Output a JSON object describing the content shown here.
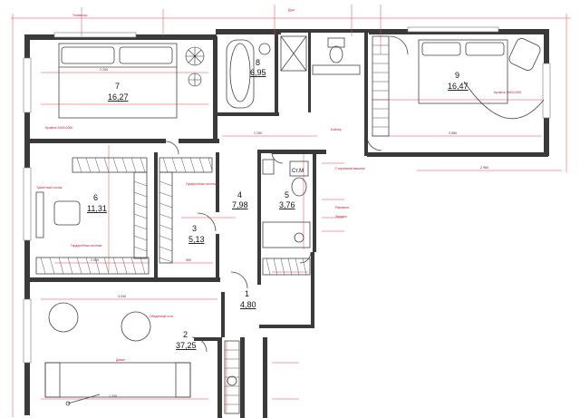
{
  "rooms": [
    {
      "number": "1",
      "area": "4,80"
    },
    {
      "number": "2",
      "area": "37,25"
    },
    {
      "number": "3",
      "area": "5,13"
    },
    {
      "number": "4",
      "area": "7,98"
    },
    {
      "number": "5",
      "area": "3,76"
    },
    {
      "number": "6",
      "area": "11,31"
    },
    {
      "number": "7",
      "area": "16,27"
    },
    {
      "number": "8",
      "area": "6,95"
    },
    {
      "number": "9",
      "area": "16,47"
    }
  ],
  "labels": {
    "storage": "Ст.М",
    "bed_7": "Кровать 1600х2000",
    "bed_9": "Кровать 1600х2000",
    "sofa": "Диван",
    "desk": "Туалетный столик",
    "wardrobe_6": "Гардеробная система",
    "wardrobe_3": "Гардеробная система",
    "dining": "Обеденный стол",
    "washer": "Стиральная машина",
    "boiler": "Бойлер",
    "tv_7": "Телевизор",
    "sink": "Раковина",
    "mirror": "Зеркало",
    "shower": "Душ"
  },
  "dimensions": {
    "d1": "2 200",
    "d2": "3 240",
    "d3": "3 550",
    "d4": "1 330",
    "d5": "2 960",
    "d6": "1 290",
    "d7": "2 040",
    "d8": "900"
  },
  "colors": {
    "wall": "#3a3a3a",
    "dimension": "#e0445a",
    "note": "#c0223a"
  }
}
